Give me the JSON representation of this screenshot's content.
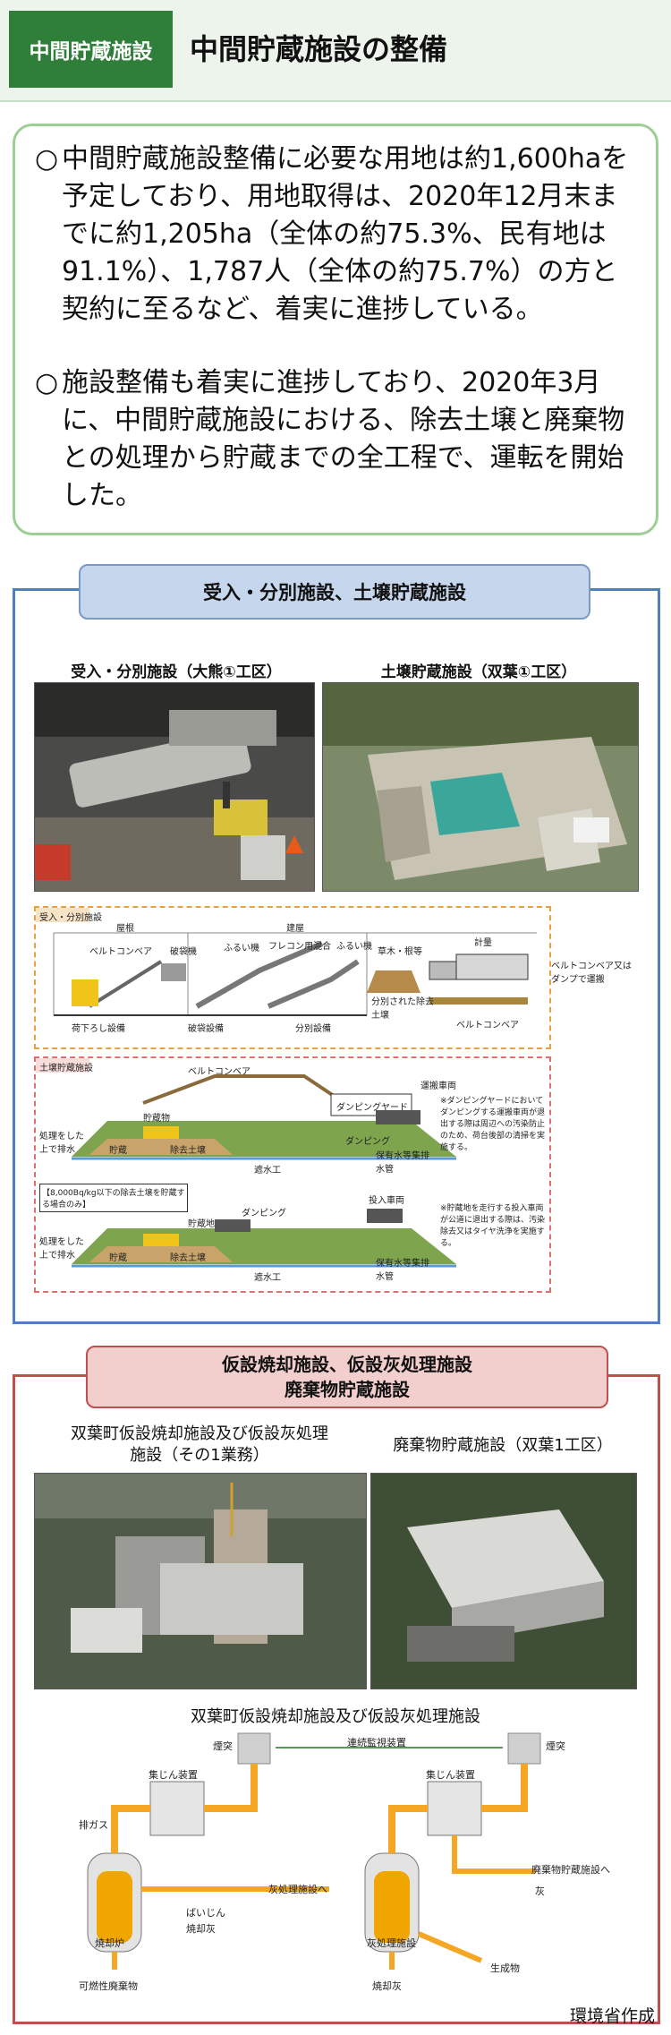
{
  "header": {
    "tag": "中間貯蔵施設",
    "title": "中間貯蔵施設の整備"
  },
  "bullets": [
    {
      "mark": "○",
      "text": "中間貯蔵施設整備に必要な用地は約1,600haを予定しており、用地取得は、2020年12月末までに約1,205ha（全体の約75.3%、民有地は91.1%）、1,787人（全体の約75.7%）の方と契約に至るなど、着実に進捗している。"
    },
    {
      "mark": "○",
      "text": "施設整備も着実に進捗しており、2020年3月に、中間貯蔵施設における、除去土壌と廃棄物との処理から貯蔵までの全工程で、運転を開始した。"
    }
  ],
  "section1": {
    "title": "受入・分別施設、土壌貯蔵施設",
    "photo1_caption": "受入・分別施設（大熊①工区）",
    "photo2_caption": "土壌貯蔵施設（双葉①工区）",
    "diagram1": {
      "tag": "受入・分別施設",
      "roof1": "屋根",
      "roof2": "建屋",
      "belt": "ベルトコンベア",
      "crusher": "破袋機",
      "screen1": "ふるい機",
      "mixer": "フレコン用混合",
      "screen2": "ふるい機",
      "grass": "草木・根等",
      "sorted": "分別された除去土壌",
      "unload": "荷下ろし設備",
      "crush_equip": "破袋設備",
      "sort_equip": "分別設備",
      "meter": "計量",
      "belt2": "ベルトコンベア",
      "transport": "ベルトコンベア又はダンプで運搬"
    },
    "diagram2": {
      "tag": "土壌貯蔵施設",
      "belt": "ベルトコンベア",
      "yard": "ダンピングヤード",
      "truck": "運搬車両",
      "dumping": "ダンピング",
      "storage": "貯蔵",
      "soil": "除去土壌",
      "bulldozer": "貯蔵物",
      "water_treat": "処理をした上で排水",
      "barrier": "遮水工",
      "water_tank": "保有水等集排水管",
      "note": "※ダンピングヤードにおいてダンピングする運搬車両が退出する際は周辺への汚染防止のため、荷台後部の清掃を実施する。"
    },
    "diagram3": {
      "box": "【8,000Bq/kg以下の除去土壌を貯蔵する場合のみ】",
      "dumping": "ダンピング",
      "storage_area": "貯蔵地",
      "truck": "投入車両",
      "storage": "貯蔵",
      "soil": "除去土壌",
      "water_treat": "処理をした上で排水",
      "barrier": "遮水工",
      "water_tank": "保有水等集排水管",
      "note": "※貯蔵地を走行する投入車両が公道に退出する際は、汚染除去又はタイヤ洗浄を実施する。"
    }
  },
  "section2": {
    "title_line1": "仮設焼却施設、仮設灰処理施設",
    "title_line2": "廃棄物貯蔵施設",
    "photo1_caption_line1": "双葉町仮設焼却施設及び仮設灰処理",
    "photo1_caption_line2": "施設（その1業務）",
    "photo2_caption": "廃棄物貯蔵施設（双葉1工区）",
    "diagram_title": "双葉町仮設焼却施設及び仮設灰処理施設",
    "diagram": {
      "chimney1": "煙突",
      "chimney2": "煙突",
      "monitor": "連続監視装置",
      "dust1": "集じん装置",
      "dust2": "集じん装置",
      "exhaust": "排ガス",
      "ash_to": "灰処理施設へ",
      "fly_ash": "ばいじん",
      "burned_ash": "焼却灰",
      "incinerator": "焼却炉",
      "melter": "灰処理施設",
      "waste_store": "廃棄物貯蔵施設へ",
      "ash": "灰",
      "product": "生成物",
      "input1": "可燃性廃棄物",
      "input2": "焼却灰"
    }
  },
  "footer": "環境省作成",
  "colors": {
    "header_green": "#2f7f3b",
    "box_border": "#9dcf95",
    "blue": "#4f7fc0",
    "red": "#c0504d",
    "orange_arrow": "#f5a623"
  }
}
